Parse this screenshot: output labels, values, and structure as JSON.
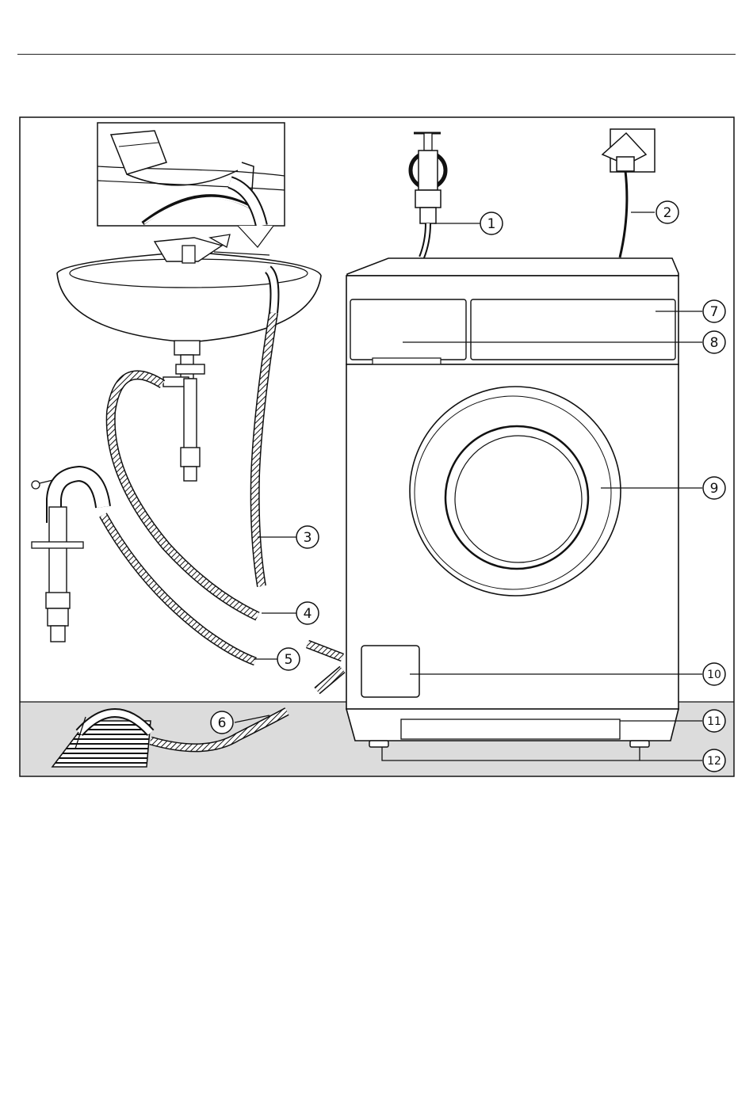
{
  "figure": {
    "callouts": [
      {
        "id": 1,
        "label": "1"
      },
      {
        "id": 2,
        "label": "2"
      },
      {
        "id": 3,
        "label": "3"
      },
      {
        "id": 4,
        "label": "4"
      },
      {
        "id": 5,
        "label": "5"
      },
      {
        "id": 6,
        "label": "6"
      },
      {
        "id": 7,
        "label": "7"
      },
      {
        "id": 8,
        "label": "8"
      },
      {
        "id": 9,
        "label": "9"
      },
      {
        "id": 10,
        "label": "10"
      },
      {
        "id": 11,
        "label": "11"
      },
      {
        "id": 12,
        "label": "12"
      }
    ],
    "colors": {
      "line": "#111111",
      "floor": "#dcdcdc",
      "background": "#ffffff"
    }
  }
}
